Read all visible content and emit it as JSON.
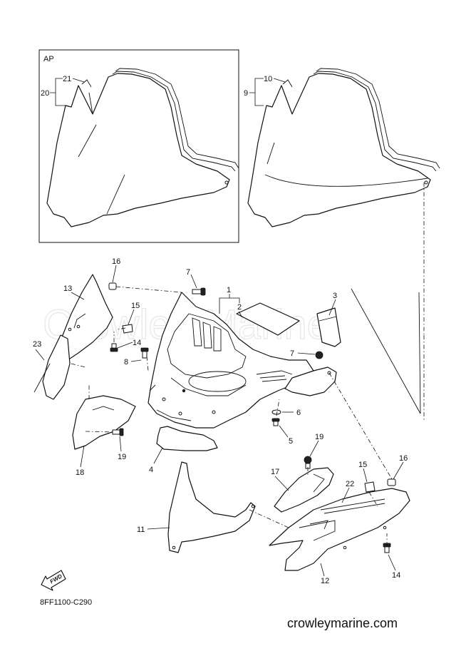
{
  "diagram": {
    "inset_label": "AP",
    "watermark": "Crowley Marine",
    "figure_code": "8FF1100-C290",
    "brand": "crowleymarine.com",
    "fwd_label": "FWD",
    "callouts": {
      "c1": "1",
      "c2": "2",
      "c3": "3",
      "c4": "4",
      "c5": "5",
      "c6": "6",
      "c7a": "7",
      "c7b": "7",
      "c8": "8",
      "c9": "9",
      "c10": "10",
      "c11": "11",
      "c12": "12",
      "c13": "13",
      "c14a": "14",
      "c14b": "14",
      "c15a": "15",
      "c15b": "15",
      "c16a": "16",
      "c16b": "16",
      "c17": "17",
      "c18": "18",
      "c19a": "19",
      "c19b": "19",
      "c20": "20",
      "c21": "21",
      "c22": "22",
      "c23": "23"
    }
  }
}
